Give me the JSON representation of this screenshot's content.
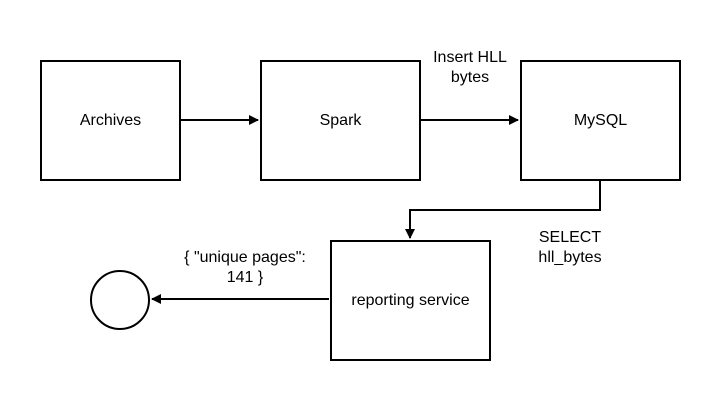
{
  "nodes": {
    "archives": "Archives",
    "spark": "Spark",
    "mysql": "MySQL",
    "reporting_service": "reporting service"
  },
  "edge_labels": {
    "insert": [
      "Insert HLL",
      "bytes"
    ],
    "select": [
      "SELECT",
      "hll_bytes"
    ],
    "output": [
      "{ \"unique pages\":",
      "141  }"
    ]
  }
}
